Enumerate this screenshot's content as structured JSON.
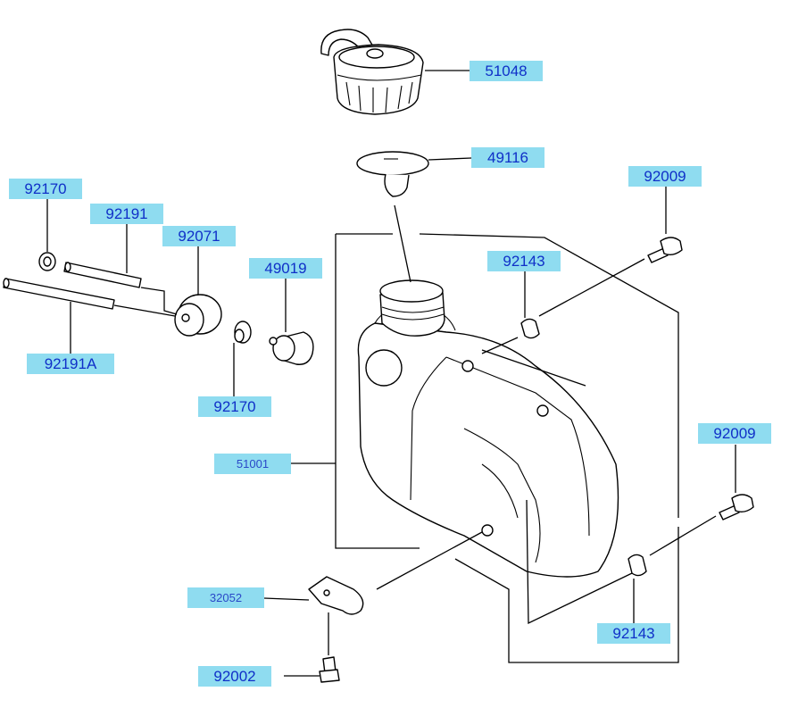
{
  "parts": [
    {
      "id": "cap",
      "number": "51048"
    },
    {
      "id": "cap-gasket",
      "number": "49116"
    },
    {
      "id": "bolt-top",
      "number": "92009"
    },
    {
      "id": "clip-left",
      "number": "92170"
    },
    {
      "id": "tube-upper",
      "number": "92191"
    },
    {
      "id": "grommet",
      "number": "92071"
    },
    {
      "id": "filter",
      "number": "49019"
    },
    {
      "id": "collar-top",
      "number": "92143"
    },
    {
      "id": "tube-lower",
      "number": "92191A"
    },
    {
      "id": "clip-mid",
      "number": "92170"
    },
    {
      "id": "bolt-right",
      "number": "92009"
    },
    {
      "id": "tank",
      "number": "51001"
    },
    {
      "id": "bracket",
      "number": "32052"
    },
    {
      "id": "collar-bottom",
      "number": "92143"
    },
    {
      "id": "bolt-bottom",
      "number": "92002"
    }
  ]
}
